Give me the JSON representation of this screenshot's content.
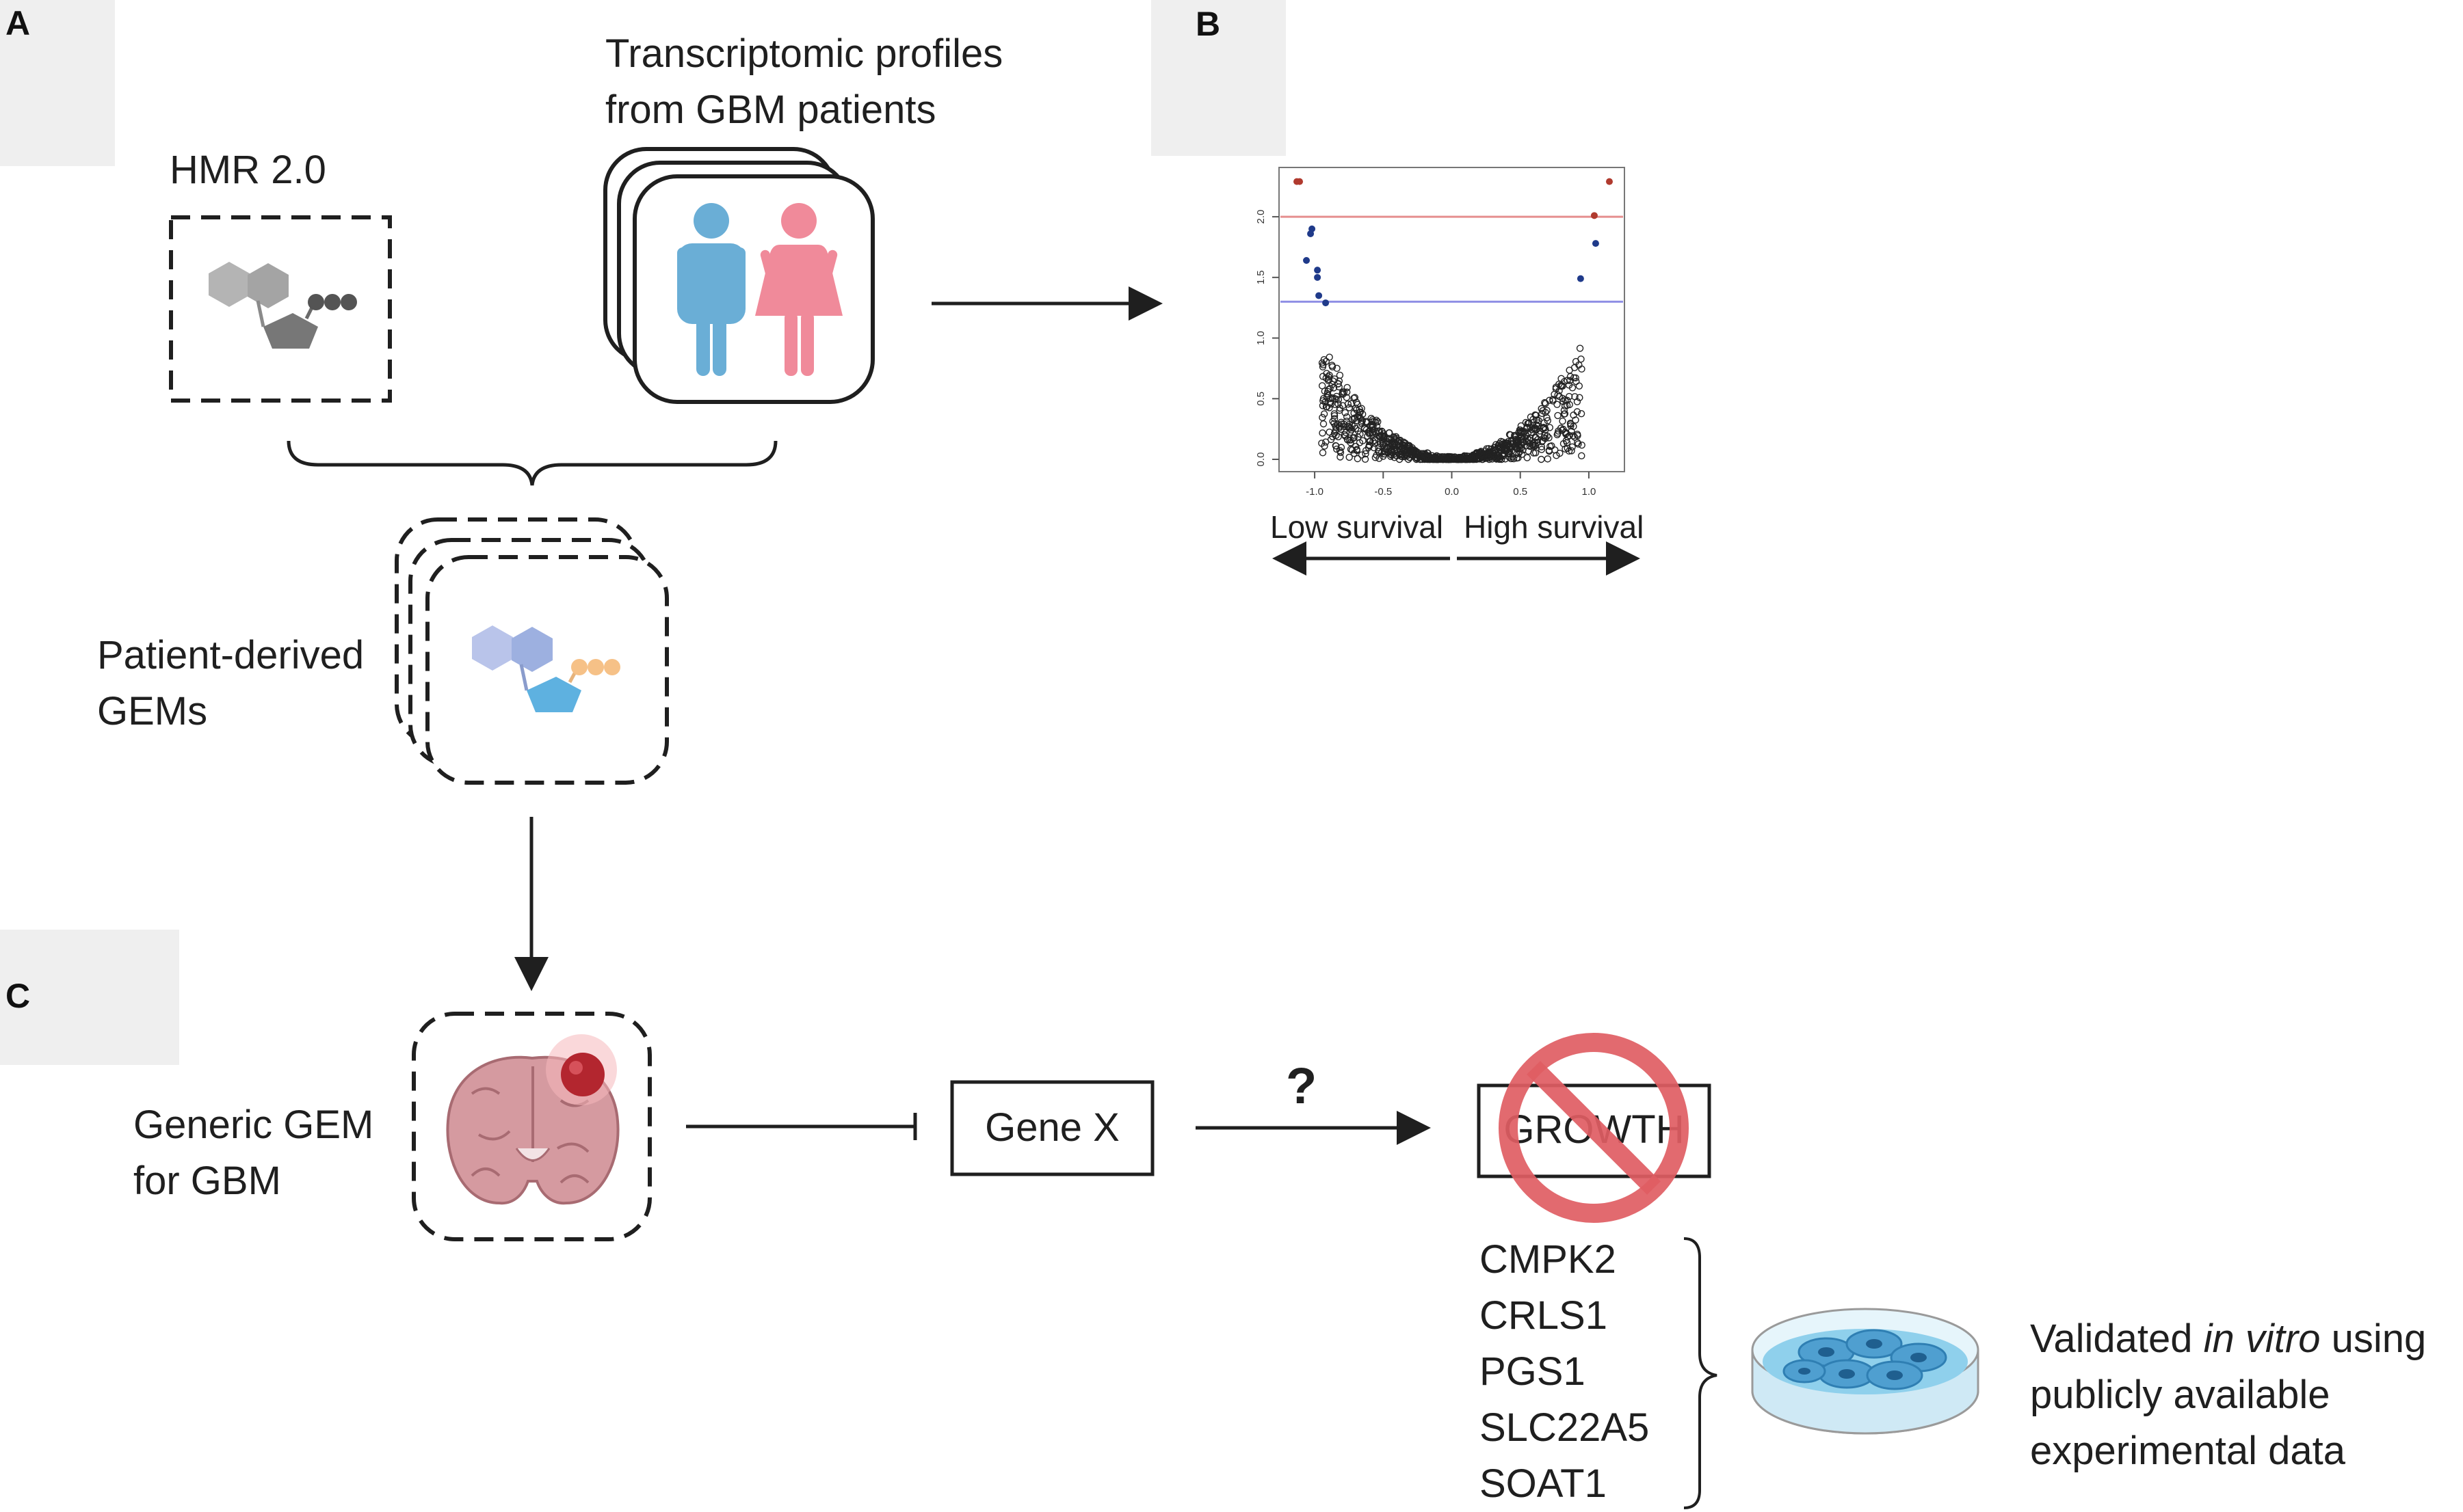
{
  "panels": {
    "a": "A",
    "b": "B",
    "c": "C"
  },
  "panel_a": {
    "reference_model_label": "HMR 2.0",
    "transcriptomics_label_line1": "Transcriptomic profiles",
    "transcriptomics_label_line2": "from GBM patients",
    "patient_gems_label_line1": "Patient-derived",
    "patient_gems_label_line2": "GEMs",
    "icons": [
      "metabolite-gray-icon",
      "male-patient-icon",
      "female-patient-icon",
      "metabolite-color-icon"
    ],
    "colors": {
      "male": "#6aaed6",
      "female": "#f08a9a",
      "hexagon": "#a3b3e2",
      "pentagon": "#5eb1e0",
      "beads": "#f6c187"
    }
  },
  "panel_b": {
    "low_survival_label": "Low survival",
    "high_survival_label": "High survival",
    "chart_data": {
      "type": "scatter",
      "x_ticks": [
        "-1.0",
        "-0.5",
        "0.0",
        "0.5",
        "1.0"
      ],
      "y_ticks": [
        "0.0",
        "0.5",
        "1.0",
        "1.5",
        "2.0"
      ],
      "xlim": [
        -1.2,
        1.2
      ],
      "ylim": [
        0,
        2.35
      ],
      "thresholds": [
        {
          "y": 2.0,
          "color": "#e58f8f"
        },
        {
          "y": 1.3,
          "color": "#8f8fe5"
        }
      ],
      "red_points": [
        [
          -1.13,
          2.29
        ],
        [
          -1.11,
          2.29
        ],
        [
          1.15,
          2.29
        ],
        [
          1.04,
          2.01
        ]
      ],
      "blue_points": [
        [
          -1.02,
          1.9
        ],
        [
          -1.03,
          1.86
        ],
        [
          -1.06,
          1.64
        ],
        [
          -0.98,
          1.56
        ],
        [
          -0.98,
          1.5
        ],
        [
          -0.97,
          1.35
        ],
        [
          -0.92,
          1.29
        ],
        [
          0.94,
          1.49
        ],
        [
          1.05,
          1.78
        ]
      ],
      "colors": {
        "red": "#b03a2e",
        "blue": "#1f3a8a",
        "open": "#222222"
      }
    }
  },
  "panel_c": {
    "generic_gem_label_line1": "Generic GEM",
    "generic_gem_label_line2": "for GBM",
    "gene_box_label": "Gene X",
    "question_mark": "?",
    "growth_label": "GROWTH",
    "genes": [
      "CMPK2",
      "CRLS1",
      "PGS1",
      "SLC22A5",
      "SOAT1"
    ],
    "validation_line1_pre": "Validated ",
    "validation_line1_em": "in vitro",
    "validation_line1_post": " using",
    "validation_line2": "publicly available",
    "validation_line3": "experimental data",
    "icons": [
      "brain-tumor-icon",
      "prohibition-icon",
      "petri-dish-icon"
    ],
    "colors": {
      "prohibition": "#e05d63",
      "tumor": "#b3262f",
      "brain": "#c9868e",
      "dish_liquid": "#8fd0ec",
      "cells": "#4f9fd0"
    }
  }
}
